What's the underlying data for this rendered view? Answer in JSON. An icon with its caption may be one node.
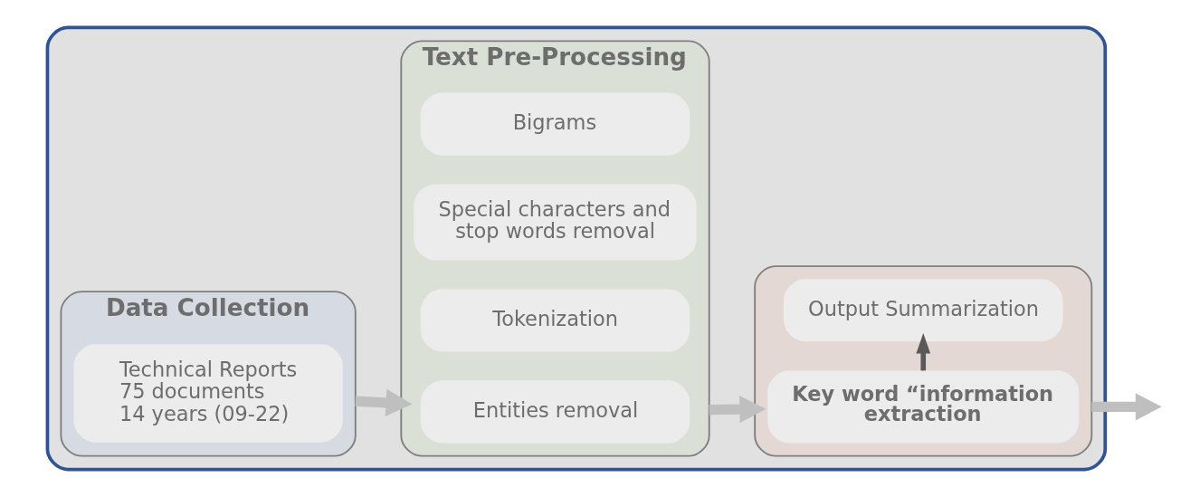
{
  "diagram": {
    "nodes": [
      {
        "text": [],
        "shape": "box"
      },
      {
        "text": [
          "Data Collection"
        ],
        "in": 0
      },
      {
        "text": [
          "Technical Reports",
          "75 documents",
          "14 years (09-22)"
        ],
        "in": 1
      },
      {
        "text": [
          "Text Pre-Processing"
        ],
        "in": 0
      },
      {
        "text": [
          "Entities removal"
        ],
        "in": 3
      },
      {
        "text": [
          "Tokenization"
        ],
        "in": 3
      },
      {
        "text": [
          "Special characters and stop words removal"
        ],
        "in": 3
      },
      {
        "text": [
          "Bigrams"
        ],
        "in": 3
      },
      {
        "text": [],
        "shape": "box",
        "in": 0
      },
      {
        "text": [
          "Key word “information extraction"
        ],
        "in": 8
      },
      {
        "text": [
          "Output Summarization"
        ],
        "in": 8
      }
    ],
    "edges": [
      {
        "from": 1,
        "to": 3,
        "arrow": "to"
      },
      {
        "from": 3,
        "to": 8,
        "arrow": "to"
      },
      {
        "from": 9,
        "to": 10,
        "arrow": "to",
        "color": "#595959"
      },
      {
        "from": 8,
        "to": null,
        "arrow": "to"
      }
    ]
  }
}
